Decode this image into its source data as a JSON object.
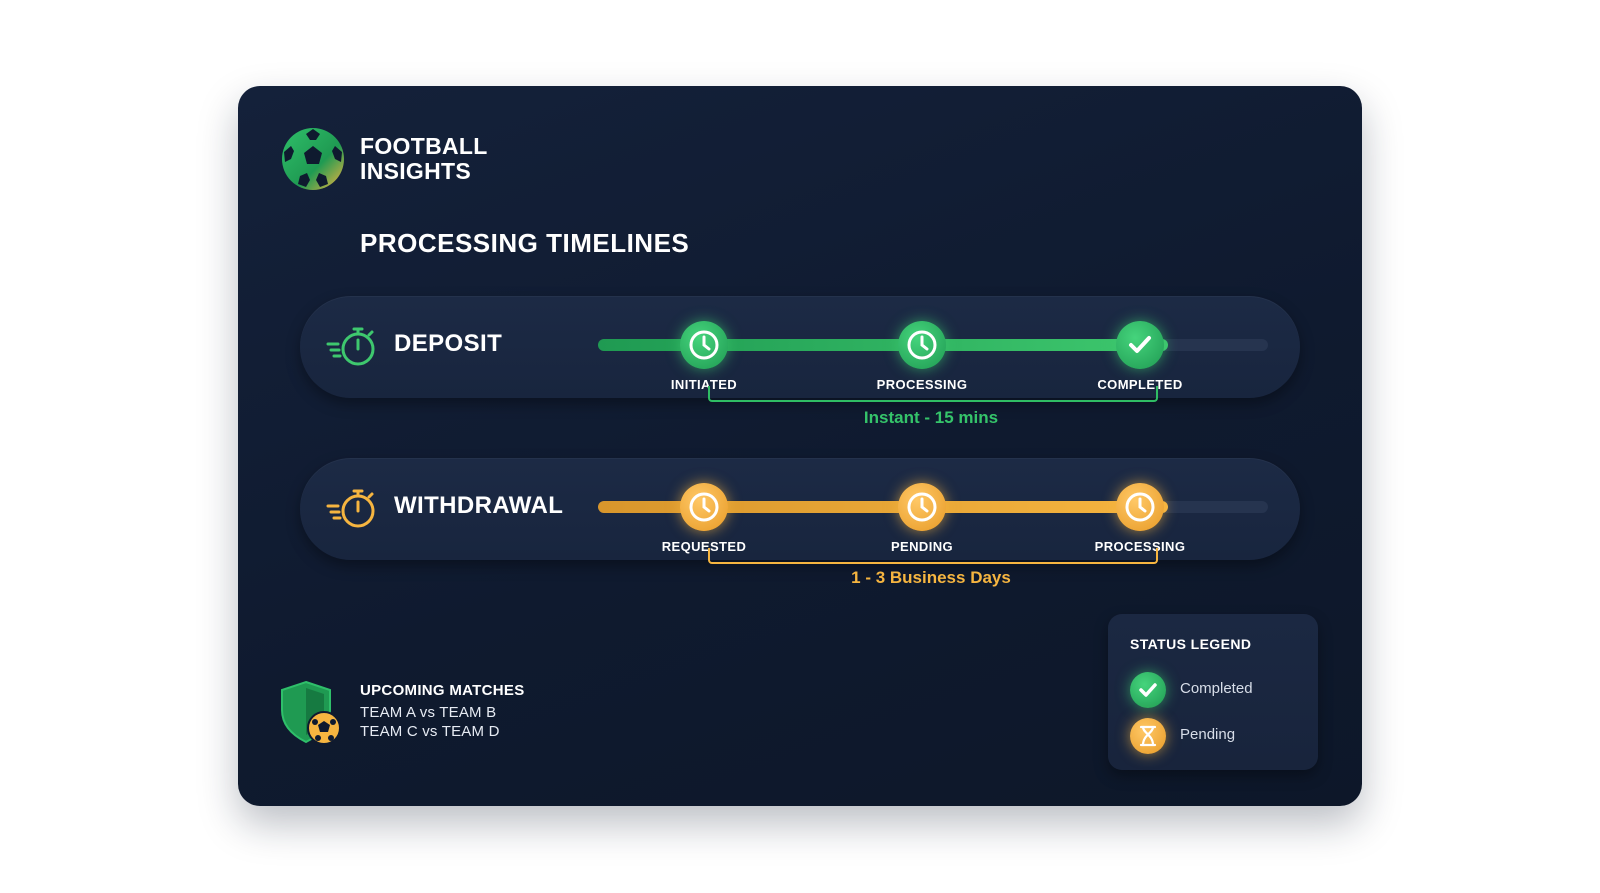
{
  "brand": {
    "line1": "FOOTBALL",
    "line2": "INSIGHTS"
  },
  "section_title": "PROCESSING TIMELINES",
  "colors": {
    "green": "#3ec86e",
    "amber": "#f6b540",
    "card_bg": "#111c32"
  },
  "timelines": [
    {
      "label": "DEPOSIT",
      "accent": "green",
      "steps": [
        {
          "label": "INITIATED",
          "icon": "clock-icon"
        },
        {
          "label": "PROCESSING",
          "icon": "clock-icon"
        },
        {
          "label": "COMPLETED",
          "icon": "check-icon"
        }
      ],
      "duration": "Instant - 15 mins"
    },
    {
      "label": "WITHDRAWAL",
      "accent": "amber",
      "steps": [
        {
          "label": "REQUESTED",
          "icon": "clock-icon"
        },
        {
          "label": "PENDING",
          "icon": "clock-icon"
        },
        {
          "label": "PROCESSING",
          "icon": "clock-icon"
        }
      ],
      "duration": "1 - 3 Business Days"
    }
  ],
  "matches": {
    "title": "UPCOMING MATCHES",
    "items": [
      "TEAM A vs TEAM B",
      "TEAM C vs TEAM D"
    ]
  },
  "legend": {
    "title": "STATUS LEGEND",
    "items": [
      {
        "label": "Completed",
        "icon": "check-icon",
        "color": "green"
      },
      {
        "label": "Pending",
        "icon": "hourglass-icon",
        "color": "amber"
      }
    ]
  }
}
